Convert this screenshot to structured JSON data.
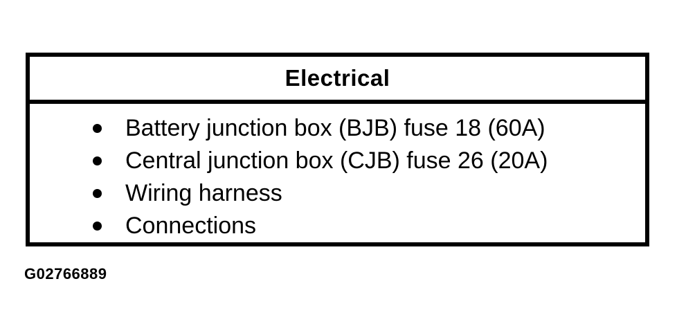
{
  "table": {
    "header": "Electrical",
    "items": [
      "Battery junction box (BJB) fuse 18 (60A)",
      "Central junction box (CJB) fuse 26 (20A)",
      "Wiring harness",
      "Connections"
    ]
  },
  "caption": "G02766889",
  "colors": {
    "border": "#000000",
    "background": "#ffffff",
    "text": "#000000"
  }
}
